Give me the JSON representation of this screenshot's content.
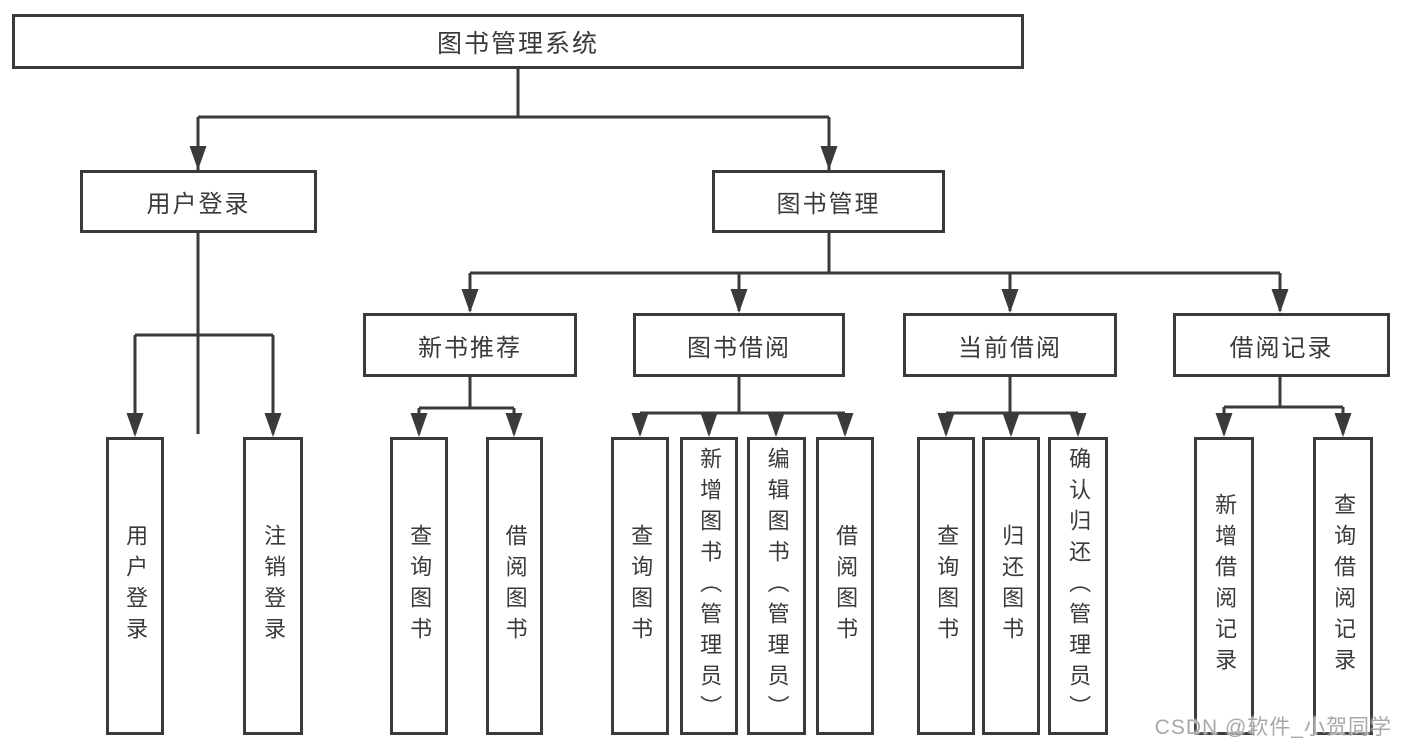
{
  "diagram": {
    "root": {
      "label": "图书管理系统"
    },
    "level2": [
      {
        "label": "用户登录"
      },
      {
        "label": "图书管理"
      }
    ],
    "level3": [
      {
        "label": "新书推荐"
      },
      {
        "label": "图书借阅"
      },
      {
        "label": "当前借阅"
      },
      {
        "label": "借阅记录"
      }
    ],
    "leaves": {
      "user": [
        "用户登录",
        "注销登录"
      ],
      "recommend": [
        "查询图书",
        "借阅图书"
      ],
      "borrow": [
        "查询图书",
        "新增图书（管理员）",
        "编辑图书（管理员）",
        "借阅图书"
      ],
      "current": [
        "查询图书",
        "归还图书",
        "确认归还（管理员）"
      ],
      "records": [
        "新增借阅记录",
        "查询借阅记录"
      ]
    }
  },
  "watermark": {
    "text": "CSDN @软件_小贺同学"
  },
  "colors": {
    "line": "#3a3a3a",
    "text": "#3a3a3a",
    "box_fill": "#ffffff",
    "watermark": "#a8a8a8",
    "background": "#ffffff"
  }
}
